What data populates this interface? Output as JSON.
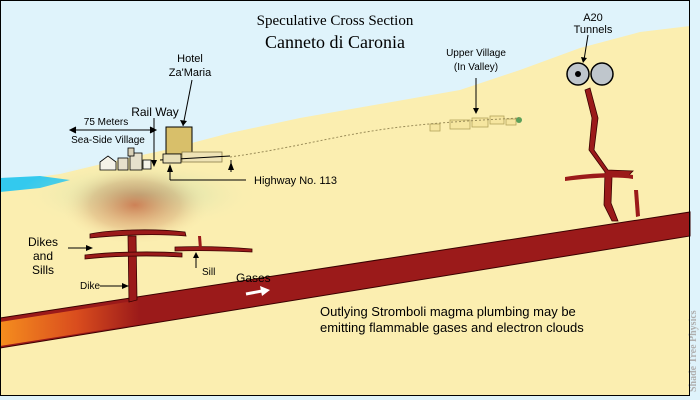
{
  "title": {
    "line1": "Speculative Cross Section",
    "line2": "Canneto di Caronia"
  },
  "labels": {
    "hotel_line1": "Hotel",
    "hotel_line2": "Za'Maria",
    "upper_village_line1": "Upper Village",
    "upper_village_line2": "(In Valley)",
    "tunnels_line1": "A20",
    "tunnels_line2": "Tunnels",
    "rail_way": "Rail Way",
    "distance": "75 Meters",
    "seaside_village": "Sea-Side Village",
    "highway": "Highway No. 113",
    "dikes_and_sills_line1": "Dikes",
    "dikes_and_sills_line2": "and",
    "dikes_and_sills_line3": "Sills",
    "dike": "Dike",
    "sill": "Sill",
    "gases": "Gases",
    "caption_line1": "Outlying Stromboli magma plumbing may be",
    "caption_line2": "emitting flammable gases and electron clouds",
    "credit": "Shade Tree Physics"
  },
  "colors": {
    "sky": "#dff3fb",
    "ground": "#fbeeb0",
    "sea": "#33c9ee",
    "magma": "#9b1a1a",
    "magma_hot": "#ff9a1f",
    "text": "#000000",
    "credit": "#b0b0b0"
  }
}
